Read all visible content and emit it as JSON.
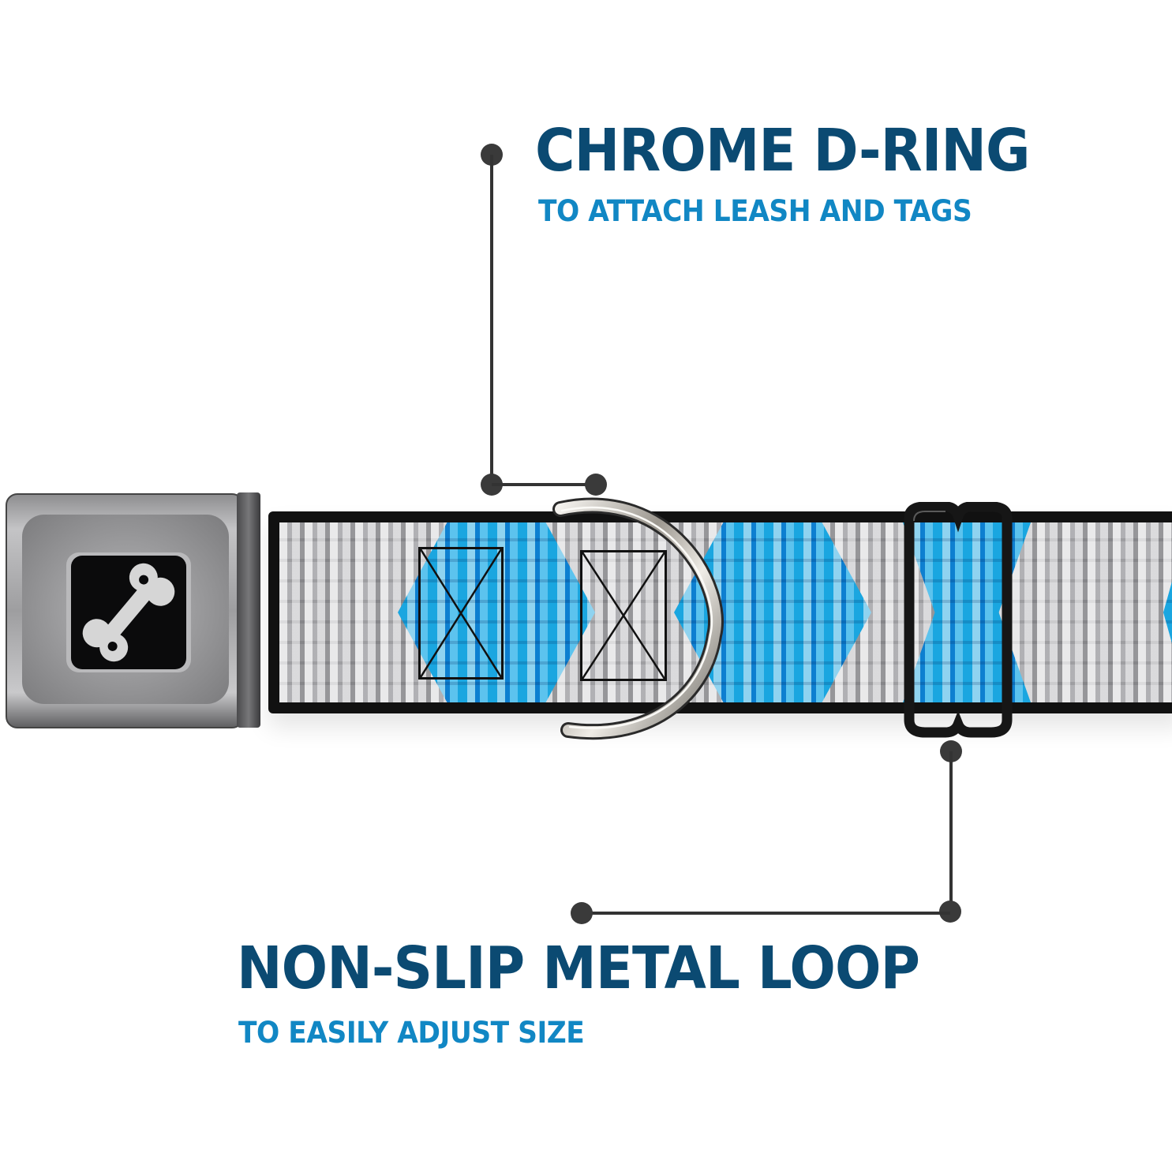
{
  "callouts": [
    {
      "id": "chrome-d-ring",
      "title": "CHROME D-RING",
      "subtitle": "TO ATTACH LEASH AND TAGS"
    },
    {
      "id": "non-slip-metal-loop",
      "title": "NON-SLIP METAL LOOP",
      "subtitle": "TO EASILY ADJUST SIZE"
    }
  ],
  "product": {
    "buckle_logo_icon": "dog-bone-icon",
    "strap_pattern": "gray-and-blue-checker-chevron"
  },
  "colors": {
    "title": "#0b4a72",
    "subtitle": "#1187c4",
    "callout_line": "#333333",
    "strap_blue": "#1aa6e0",
    "strap_gray": "#cfcfd1",
    "background": "#ffffff"
  }
}
